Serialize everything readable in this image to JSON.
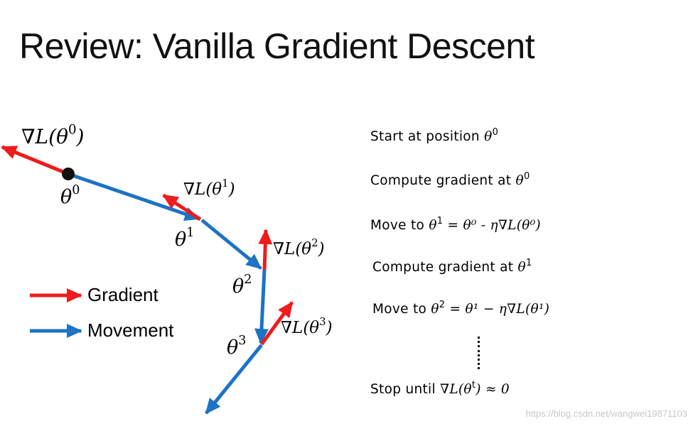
{
  "title": "Review: Vanilla Gradient Descent",
  "colors": {
    "gradient": "#ee1c1c",
    "movement": "#1d73c4",
    "point": "#111111"
  },
  "labels": {
    "grad0": {
      "pre": "∇L(θ",
      "sup": "0",
      "post": ")"
    },
    "grad1": {
      "pre": "∇L(θ",
      "sup": "1",
      "post": ")"
    },
    "grad2": {
      "pre": "∇L(θ",
      "sup": "2",
      "post": ")"
    },
    "grad3": {
      "pre": "∇L(θ",
      "sup": "3",
      "post": ")"
    },
    "theta0": {
      "base": "θ",
      "sup": "0"
    },
    "theta1": {
      "base": "θ",
      "sup": "1"
    },
    "theta2": {
      "base": "θ",
      "sup": "2"
    },
    "theta3": {
      "base": "θ",
      "sup": "3"
    }
  },
  "legend": {
    "gradient": "Gradient",
    "movement": "Movement"
  },
  "steps": [
    {
      "pre": "Start at position ",
      "m": "θ",
      "sup": "0",
      "post": ""
    },
    {
      "pre": "Compute gradient at ",
      "m": "θ",
      "sup": "0",
      "post": ""
    },
    {
      "pre": "Move to ",
      "m": "θ",
      "sup": "1",
      "post": " = θ⁰ - η∇L(θ⁰)"
    },
    {
      "pre": "Compute gradient at ",
      "m": "θ",
      "sup": "1",
      "post": ""
    },
    {
      "pre": "Move to ",
      "m": "θ",
      "sup": "2",
      "post": " = θ¹ − η∇L(θ¹)"
    },
    {
      "pre": "Stop until ",
      "m": "∇L(θ",
      "sup": "t",
      "post": ") ≈ 0"
    }
  ],
  "watermark": "https://blog.csdn.net/wangwei19871103"
}
